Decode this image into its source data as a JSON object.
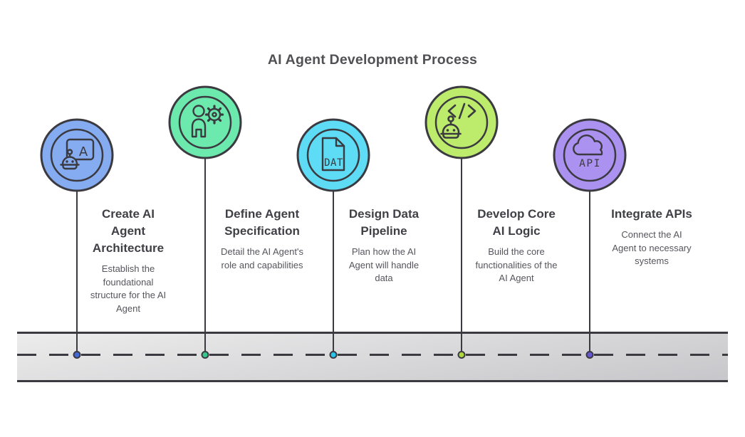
{
  "title": "AI Agent Development Process",
  "colors": {
    "ink": "#3a3a40",
    "title_text": "#515155",
    "heading_text": "#3f3f46",
    "body_text": "#55555d",
    "band_top": "#ececec",
    "band_bottom": "#c7c7cb"
  },
  "steps": [
    {
      "heading": "Create AI\nAgent\nArchitecture",
      "description": "Establish the\nfoundational\nstructure for the AI\nAgent",
      "icon": "robot-learning-board-icon",
      "icon_letter": "A",
      "circle_color": "#85abf0",
      "dot_color": "#4169d8"
    },
    {
      "heading": "Define Agent\nSpecification",
      "description": "Detail the AI Agent's\nrole and capabilities",
      "icon": "person-gear-icon",
      "circle_color": "#6ceaad",
      "dot_color": "#35c98b"
    },
    {
      "heading": "Design Data\nPipeline",
      "description": "Plan how the AI\nAgent will handle\ndata",
      "icon": "data-file-icon",
      "icon_letter": "DAT",
      "circle_color": "#5edcf5",
      "dot_color": "#2bc4ea"
    },
    {
      "heading": "Develop Core\nAI Logic",
      "description": "Build the core\nfunctionalities of the\nAI Agent",
      "icon": "robot-code-icon",
      "circle_color": "#bdeb6b",
      "dot_color": "#afd83f"
    },
    {
      "heading": "Integrate APIs",
      "description": "Connect the AI\nAgent to necessary\nsystems",
      "icon": "cloud-api-icon",
      "icon_letter": "API",
      "circle_color": "#ac92f0",
      "dot_color": "#6658d5"
    }
  ]
}
